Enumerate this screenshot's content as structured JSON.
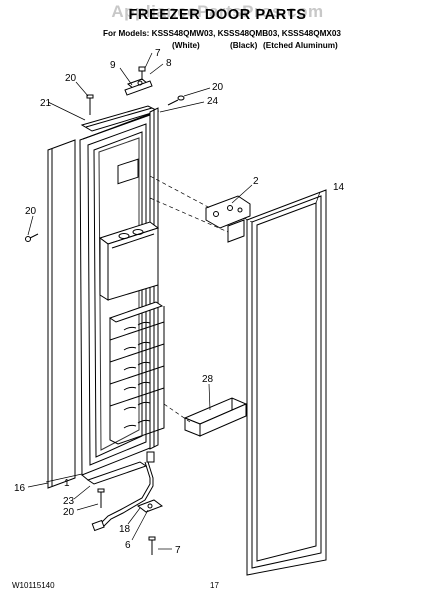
{
  "watermark": "AppliancePartsPros.com",
  "title": "FREEZER DOOR PARTS",
  "models_line": "For Models: KSSS48QMW03, KSSS48QMB03, KSSS48QMX03",
  "colors": [
    "(White)",
    "(Black)",
    "(Etched Aluminum)"
  ],
  "callouts": {
    "c1": "1",
    "c2": "2",
    "c6": "6",
    "c7a": "7",
    "c7b": "7",
    "c8": "8",
    "c9": "9",
    "c14": "14",
    "c16": "16",
    "c18": "18",
    "c20a": "20",
    "c20b": "20",
    "c20c": "20",
    "c20d": "20",
    "c21": "21",
    "c23": "23",
    "c24": "24",
    "c28": "28"
  },
  "footer": {
    "doc_number": "W10115140",
    "page_number": "17"
  }
}
